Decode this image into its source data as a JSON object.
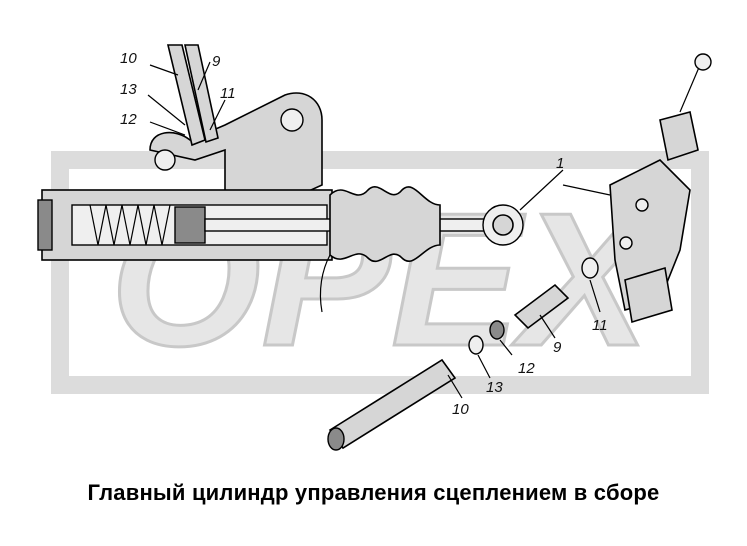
{
  "watermark": {
    "text": "OPEX",
    "color": "#e6e6e6"
  },
  "callouts": {
    "c10_top": "10",
    "c9_top": "9",
    "c13_top": "13",
    "c11_top": "11",
    "c12_top": "12",
    "c1": "1",
    "c11_right": "11",
    "c9_right": "9",
    "c12_right": "12",
    "c13_right": "13",
    "c10_bottom": "10"
  },
  "caption": "Главный цилиндр управления сцеплением в сборе"
}
